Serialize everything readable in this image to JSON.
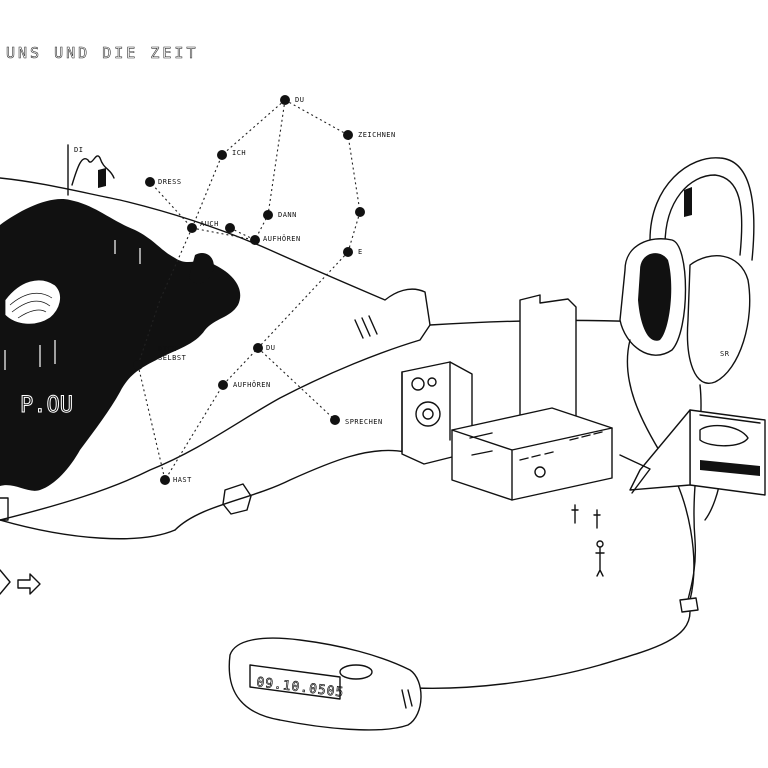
{
  "title": "UNS UND DIE ZEIT",
  "map_text": "P.OU",
  "device_display": "09.10.0505",
  "nodes": [
    {
      "id": "n_du_top",
      "label": "DU"
    },
    {
      "id": "n_zeichnen",
      "label": "ZEICHNEN"
    },
    {
      "id": "n_ich",
      "label": "ICH"
    },
    {
      "id": "n_dress",
      "label": "DRESS"
    },
    {
      "id": "n_auch",
      "label": "AUCH"
    },
    {
      "id": "n_dann",
      "label": "DANN"
    },
    {
      "id": "n_aufhoeren1",
      "label": "AUFHÖREN"
    },
    {
      "id": "n_right",
      "label": ""
    },
    {
      "id": "n_e",
      "label": "E"
    },
    {
      "id": "n_dich_selbst",
      "label": "DICH SELBST"
    },
    {
      "id": "n_du_mid",
      "label": "DU"
    },
    {
      "id": "n_aufhoeren2",
      "label": "AUFHÖREN"
    },
    {
      "id": "n_sprechen",
      "label": "SPRECHEN"
    },
    {
      "id": "n_hast",
      "label": "HAST"
    }
  ],
  "flag_label": "DI",
  "headphone_brand": "SR",
  "colors": {
    "ink": "#111111",
    "paper": "#ffffff"
  }
}
